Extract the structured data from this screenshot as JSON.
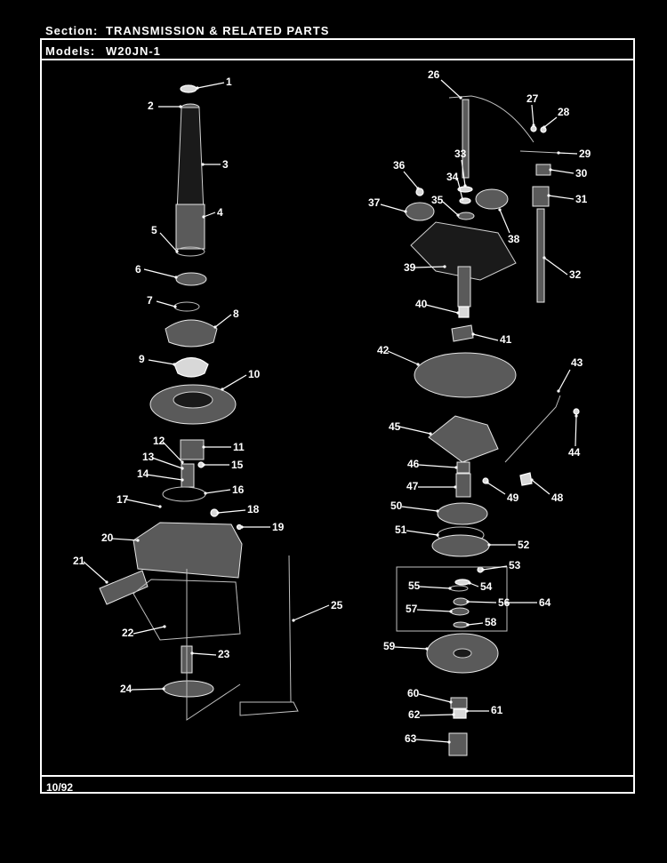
{
  "header": {
    "section_label": "Section:",
    "section_value": "TRANSMISSION & RELATED PARTS",
    "models_label": "Models:",
    "models_value": "W20JN-1"
  },
  "footer": {
    "date": "10/92"
  },
  "callouts": [
    "1",
    "2",
    "3",
    "4",
    "5",
    "6",
    "7",
    "8",
    "9",
    "10",
    "11",
    "12",
    "13",
    "14",
    "15",
    "16",
    "17",
    "18",
    "19",
    "20",
    "21",
    "22",
    "23",
    "24",
    "25",
    "26",
    "27",
    "28",
    "29",
    "30",
    "31",
    "32",
    "33",
    "34",
    "35",
    "36",
    "37",
    "38",
    "39",
    "40",
    "41",
    "42",
    "43",
    "44",
    "45",
    "46",
    "47",
    "48",
    "49",
    "50",
    "51",
    "52",
    "53",
    "54",
    "55",
    "56",
    "57",
    "58",
    "59",
    "60",
    "61",
    "62",
    "63",
    "64"
  ]
}
